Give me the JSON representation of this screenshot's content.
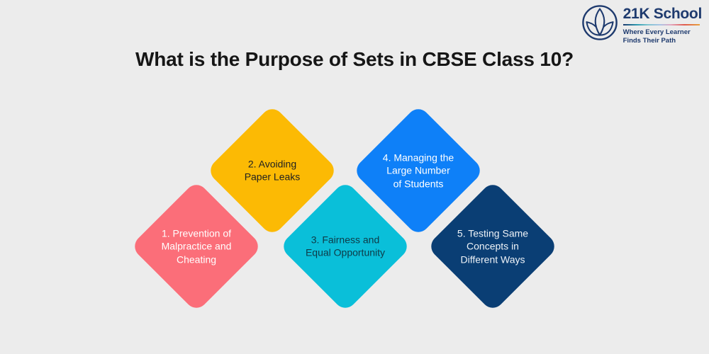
{
  "page": {
    "background_color": "#ECECEC"
  },
  "logo": {
    "name": "21K School",
    "tagline_line1": "Where Every Learner",
    "tagline_line2": "Finds Their Path",
    "brand_color": "#1E3A6E",
    "icon": "lotus-icon"
  },
  "title": "What is the Purpose of Sets in CBSE Class 10?",
  "diamonds": [
    {
      "label": "1. Prevention of\nMalpractice and\nCheating",
      "bg": "#FB6E79",
      "fg": "#FFFFFF"
    },
    {
      "label": "2. Avoiding\nPaper Leaks",
      "bg": "#FCBA04",
      "fg": "#212121"
    },
    {
      "label": "3. Fairness and\nEqual Opportunity",
      "bg": "#0ABFD9",
      "fg": "#0E3A47"
    },
    {
      "label": "4. Managing the\nLarge Number\nof Students",
      "bg": "#0E80F8",
      "fg": "#FFFFFF"
    },
    {
      "label": "5. Testing Same\nConcepts in\nDifferent Ways",
      "bg": "#0A3E74",
      "fg": "#EDF2F7"
    }
  ]
}
